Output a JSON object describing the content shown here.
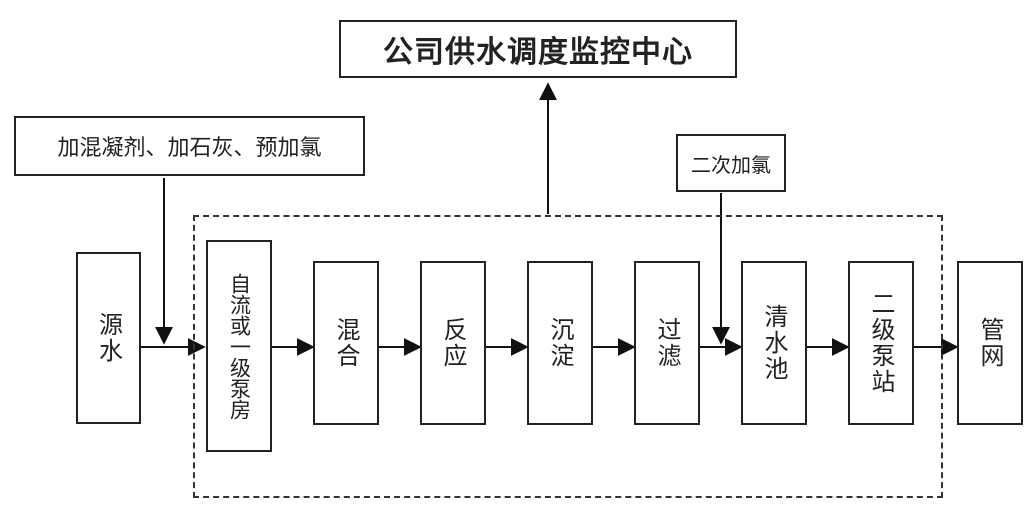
{
  "title": "公司供水调度监控中心",
  "inputs": {
    "first_dosing": "加混凝剂、加石灰、预加氯",
    "second_dosing": "二次加氯"
  },
  "process": {
    "source": "源水",
    "steps": [
      "自流或一级泵房",
      "混合",
      "反应",
      "沉淀",
      "过滤",
      "清水池",
      "二级泵站"
    ],
    "output": "管网"
  },
  "colors": {
    "stroke": "#222222",
    "background": "#ffffff"
  }
}
